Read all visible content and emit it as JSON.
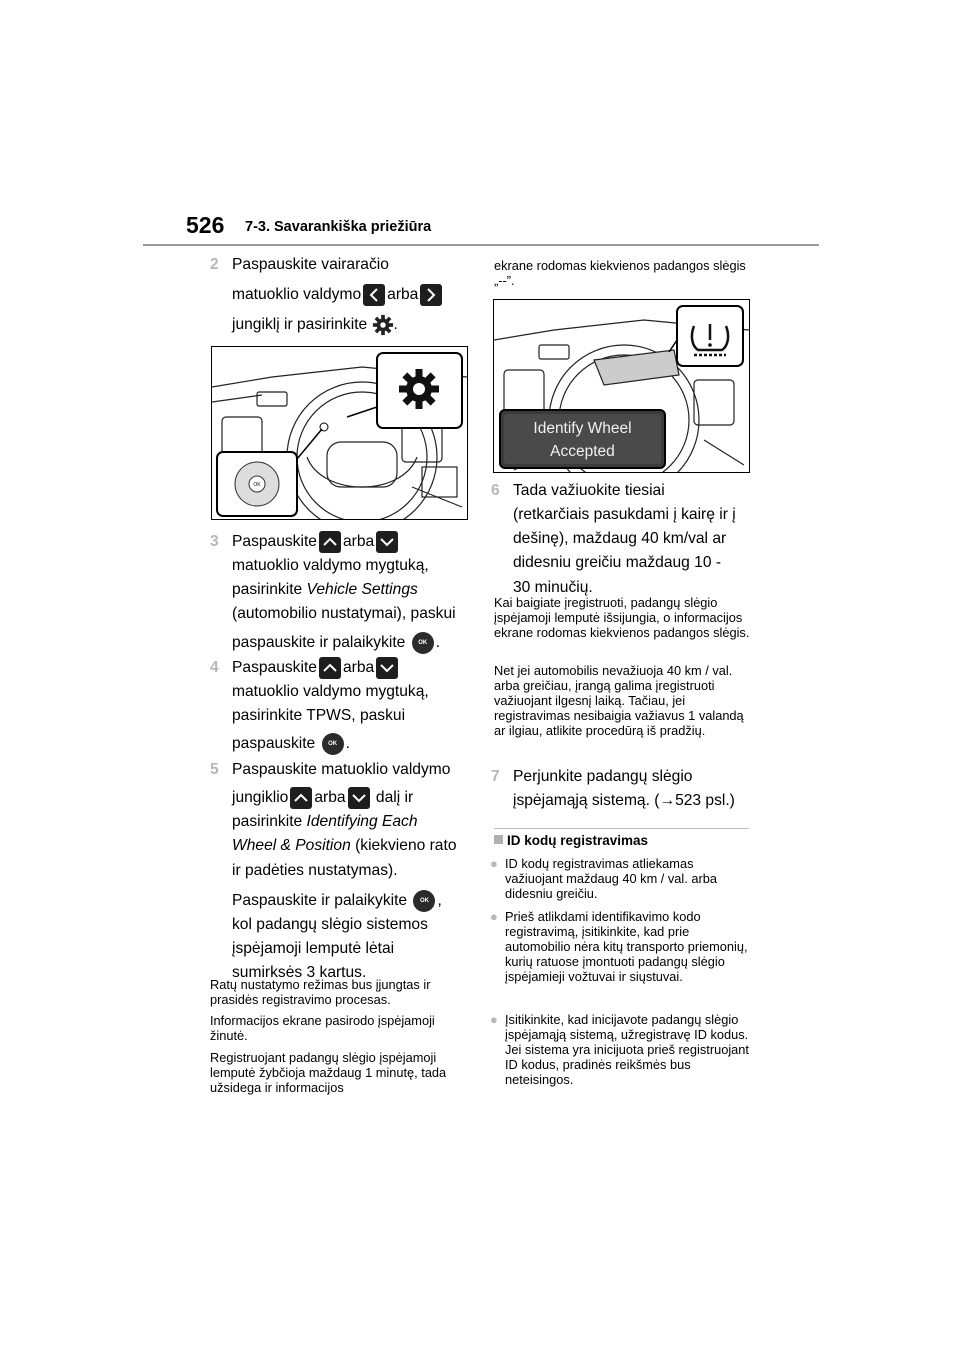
{
  "header": {
    "page_number": "526",
    "section": "7-3. Savarankiška priežiūra"
  },
  "left": {
    "step2": {
      "num": "2",
      "l1": "Paspauskite vairaračio",
      "l2a": "matuoklio valdymo",
      "l2b": "arba",
      "l3a": "jungiklį ir pasirinkite",
      "l3b": "."
    },
    "step3": {
      "num": "3",
      "l1a": "Paspauskite",
      "l1b": "arba",
      "l2": "matuoklio valdymo mygtuką,",
      "l3a": "pasirinkite ",
      "l3i": "Vehicle Settings",
      "l4": "(automobilio nustatymai), paskui",
      "l5a": "paspauskite ir palaikykite",
      "l5b": "."
    },
    "step4": {
      "num": "4",
      "l1a": "Paspauskite",
      "l1b": "arba",
      "l2": "matuoklio valdymo mygtuką,",
      "l3": "pasirinkite TPWS, paskui",
      "l4a": "paspauskite",
      "l4b": "."
    },
    "step5": {
      "num": "5",
      "l1": "Paspauskite matuoklio valdymo",
      "l2a": "jungiklio",
      "l2b": "arba",
      "l2c": "dalį ir",
      "l3a": "pasirinkite ",
      "l3i": "Identifying Each",
      "l4i": "Wheel & Position",
      "l4b": " (kiekvieno rato",
      "l5": "ir padėties nustatymas).",
      "l6a": "Paspauskite ir palaikykite",
      "l6b": ",",
      "l7": "kol padangų slėgio sistemos",
      "l8": "įspėjamoji lemputė lėtai",
      "l9": "sumirksės 3 kartus."
    },
    "note1": "Ratų nustatymo režimas bus įjungtas ir prasidės registravimo procesas.",
    "note2": "Informacijos ekrane pasirodo įspėjamoji žinutė.",
    "note3": "Registruojant padangų slėgio įspėjamoji lemputė žybčioja maždaug 1 minutę, tada užsidega ir informacijos",
    "ok_label": "OK"
  },
  "right": {
    "cont": "ekrane rodomas kiekvienos padangos slėgis „--”.",
    "display_l1": "Identify Wheel",
    "display_l2": "Accepted",
    "step6": {
      "num": "6",
      "l1": "Tada važiuokite tiesiai",
      "l2": "(retkarčiais pasukdami į kairę ir į",
      "l3": "dešinę), maždaug 40 km/val ar",
      "l4": "didesniu greičiu maždaug 10 -",
      "l5": "30 minučių."
    },
    "note6a": "Kai baigiate įregistruoti, padangų slėgio įspėjamoji lemputė išsijungia, o informacijos ekrane rodomas kiekvienos padangos slėgis.",
    "note6b": "Net jei automobilis nevažiuoja 40 km / val. arba greičiau, įrangą galima įregistruoti važiuojant ilgesnį laiką. Tačiau, jei registravimas nesibaigia važiavus 1 valandą ar ilgiau, atlikite procedūrą iš pradžių.",
    "step7": {
      "num": "7",
      "l1": "Perjunkite padangų slėgio",
      "l2a": "įspėjamąją sistemą. (",
      "l2arrow": "→",
      "l2b": "523 psl.)"
    },
    "id_title": "ID kodų registravimas",
    "bullets": [
      "ID kodų registravimas atliekamas važiuojant maždaug 40 km / val. arba didesniu greičiu.",
      "Prieš atlikdami identifikavimo kodo registravimą, įsitikinkite, kad prie automobilio nėra kitų transporto priemonių, kurių ratuose įmontuoti padangų slėgio įspėjamieji vožtuvai ir siųstuvai.",
      "Įsitikinkite, kad inicijavote padangų slėgio įspėjamąją sistemą, užregistravę ID kodus. Jei sistema yra inicijuota prieš registruojant ID kodus, pradinės reikšmės bus neteisingos."
    ]
  }
}
